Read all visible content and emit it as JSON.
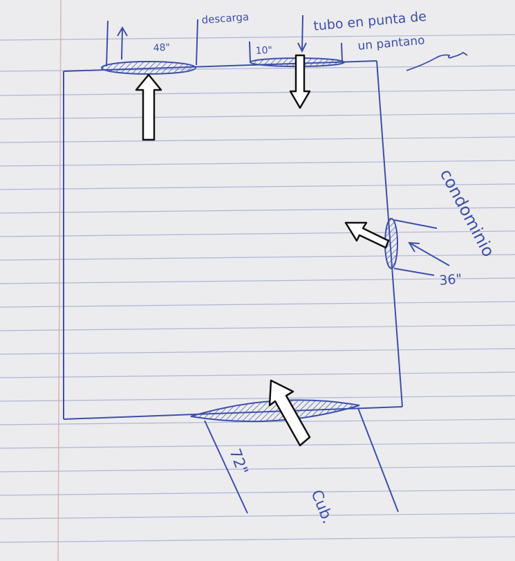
{
  "photo": {
    "subject": "hand-drawn sketch on lined notebook paper",
    "ink_color": "#3d4fa8",
    "arrow_fill": "#ffffff",
    "arrow_stroke": "#111111",
    "paper_color": "#ececef",
    "rule_color": "#9aa3c4",
    "margin_color": "#d9a6a6"
  },
  "labels": {
    "top_left_size": "48\"",
    "top_left_note": "descarga",
    "top_right_size": "10\"",
    "top_right_note_line1": "tubo en punta de",
    "top_right_note_line2": "un pantano",
    "right_size": "36\"",
    "right_note": "condominio",
    "bottom_size": "72\"",
    "bottom_note": "Cub."
  }
}
